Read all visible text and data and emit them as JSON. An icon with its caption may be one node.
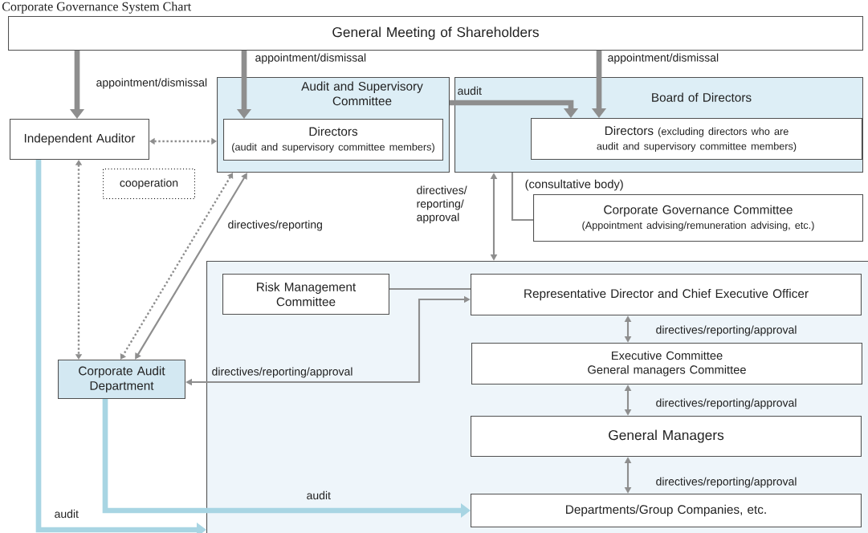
{
  "diagram": {
    "title": "Corporate Governance System Chart",
    "nodes": [
      {
        "text": [
          "General Meeting of Shareholders"
        ]
      },
      {
        "text": [
          "Independent Auditor"
        ]
      },
      {
        "text": [
          "Audit and Supervisory Committee"
        ]
      },
      {
        "text": [
          "Directors",
          "(audit and supervisory committee members)"
        ],
        "in": 2
      },
      {
        "text": [
          "Board of Directors"
        ]
      },
      {
        "text": [
          "Directors",
          "(excluding directors who are audit and supervisory committee members)"
        ],
        "in": 4
      },
      {
        "text": [
          "cooperation"
        ]
      },
      {
        "text": [
          "Corporate Governance Committee",
          "(Appointment advising/remuneration advising, etc.)"
        ],
        "beside": [
          "(consultative body)"
        ]
      },
      {
        "text": [],
        "shape": "box"
      },
      {
        "text": [
          "Risk Management Committee"
        ],
        "in": 8
      },
      {
        "text": [
          "Representative Director and Chief Executive Officer"
        ],
        "in": 8
      },
      {
        "text": [
          "Executive Committee",
          "General managers Committee"
        ],
        "in": 8
      },
      {
        "text": [
          "General Managers"
        ],
        "in": 8
      },
      {
        "text": [
          "Departments/Group Companies, etc."
        ],
        "in": 8
      },
      {
        "text": [
          "Corporate Audit Department"
        ]
      }
    ],
    "edges": [
      {
        "from": 0,
        "to": 1,
        "arrow": "to",
        "label": "appointment/dismissal",
        "style": "thick"
      },
      {
        "from": 0,
        "to": 3,
        "arrow": "to",
        "label": "appointment/dismissal",
        "style": "thick"
      },
      {
        "from": 0,
        "to": 5,
        "arrow": "to",
        "label": "appointment/dismissal",
        "style": "thick"
      },
      {
        "from": 2,
        "to": 5,
        "arrow": "to",
        "label": "audit",
        "style": "thick"
      },
      {
        "from": 1,
        "to": 2,
        "arrow": "both",
        "style": "dashed"
      },
      {
        "from": 1,
        "to": 14,
        "arrow": "both",
        "style": "dashed"
      },
      {
        "from": 2,
        "to": 14,
        "arrow": "both",
        "style": "dashed"
      },
      {
        "from": 2,
        "to": 14,
        "arrow": "both",
        "label": "directives/reporting"
      },
      {
        "from": 4,
        "to": 8,
        "arrow": "both",
        "label": "directives/ reporting/ approval"
      },
      {
        "from": 4,
        "to": 7,
        "arrow": "none"
      },
      {
        "from": 9,
        "to": 10,
        "arrow": "none"
      },
      {
        "from": 10,
        "to": 14,
        "arrow": "both",
        "label": "directives/reporting/approval"
      },
      {
        "from": 10,
        "to": 11,
        "arrow": "both",
        "label": "directives/reporting/approval"
      },
      {
        "from": 11,
        "to": 12,
        "arrow": "both",
        "label": "directives/reporting/approval"
      },
      {
        "from": 12,
        "to": 13,
        "arrow": "both",
        "label": "directives/reporting/approval"
      },
      {
        "from": 14,
        "to": 13,
        "arrow": "to",
        "label": "audit",
        "style": "thick",
        "color": "#a8d5e3"
      },
      {
        "from": 1,
        "to": 8,
        "arrow": "to",
        "label": "audit",
        "style": "thick",
        "color": "#a8d5e3"
      }
    ]
  }
}
